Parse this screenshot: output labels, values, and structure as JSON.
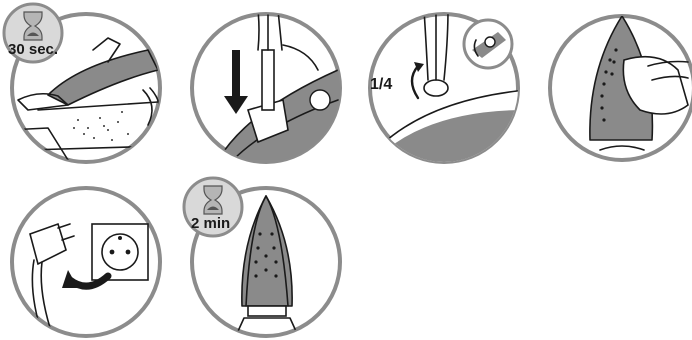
{
  "steps": [
    {
      "id": "step-steam-burst",
      "timer_label": "30 sec.",
      "icon": "hourglass-icon"
    },
    {
      "id": "step-push-down-valve",
      "icon": "down-arrow-icon"
    },
    {
      "id": "step-rotate-quarter-turn",
      "rotation_label": "1/4",
      "icon": "rotate-arrow-icon"
    },
    {
      "id": "step-wipe-soleplate",
      "icon": "cloth-icon"
    },
    {
      "id": "step-unplug",
      "icon": "plug-icon"
    },
    {
      "id": "step-cool-down",
      "timer_label": "2 min",
      "icon": "hourglass-icon"
    }
  ],
  "colors": {
    "ring": "#8c8c8c",
    "iron_body": "#8a8a8a",
    "line": "#1a1a1a",
    "timer_bg": "#d9d9d9"
  }
}
